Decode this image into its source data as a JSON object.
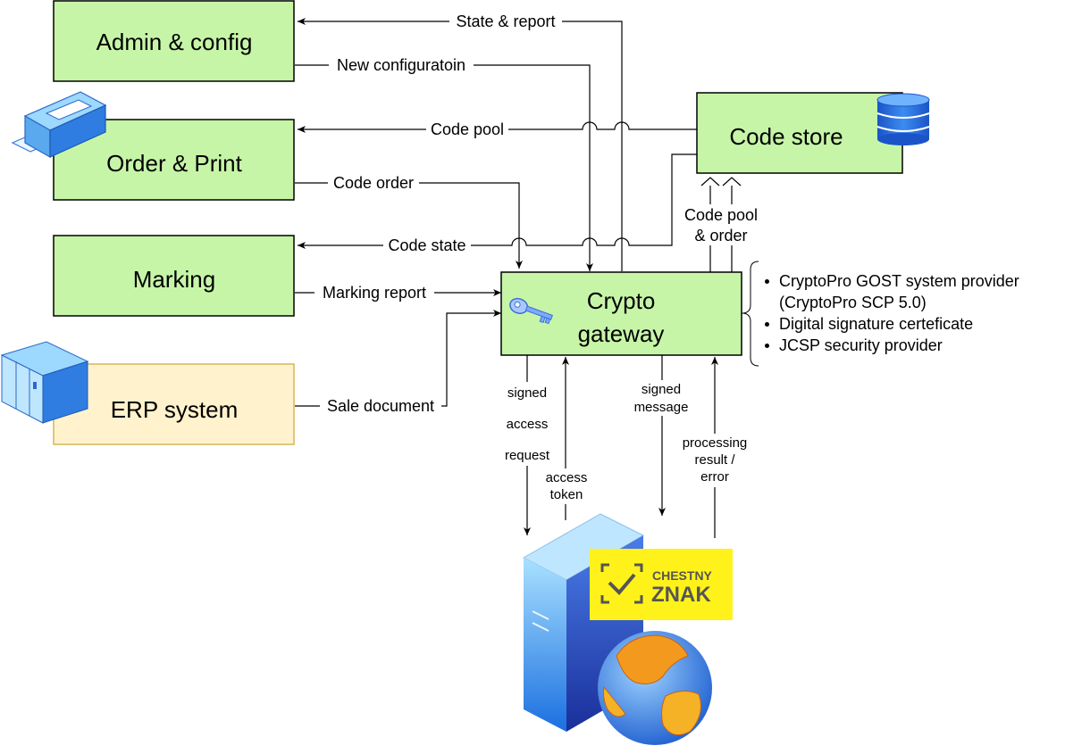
{
  "boxes": {
    "admin": "Admin & config",
    "order": "Order & Print",
    "marking": "Marking",
    "erp": "ERP system",
    "store": "Code store",
    "gateway_line1": "Crypto",
    "gateway_line2": "gateway"
  },
  "edges": {
    "state_report": "State & report",
    "new_config": "New configuratoin",
    "code_pool": "Code pool",
    "code_order": "Code order",
    "code_state": "Code state",
    "marking_report": "Marking report",
    "sale_document": "Sale document",
    "code_pool_order_line1": "Code pool",
    "code_pool_order_line2": "& order",
    "signed_request": [
      "signed",
      "access",
      "request"
    ],
    "access_token": [
      "access",
      "token"
    ],
    "signed_message": [
      "signed",
      "message"
    ],
    "processing_result": [
      "processing",
      "result /",
      "error"
    ]
  },
  "notes": {
    "item1_line1": "CryptoPro GOST system provider",
    "item1_line2": "(CryptoPro SCP 5.0)",
    "item2": "Digital signature certeficate",
    "item3": "JCSP security provider"
  },
  "logo": {
    "line1": "CHESTNY",
    "line2": "ZNAK",
    "background": "#FFF21A"
  },
  "colors": {
    "box_green": "#C6F5A8",
    "box_erp": "#FFF2CC",
    "erp_border": "#D6B656"
  },
  "icons": [
    "printer-icon",
    "database-icon",
    "key-icon",
    "erp-cabinet-icon",
    "server-icon",
    "globe-icon"
  ]
}
